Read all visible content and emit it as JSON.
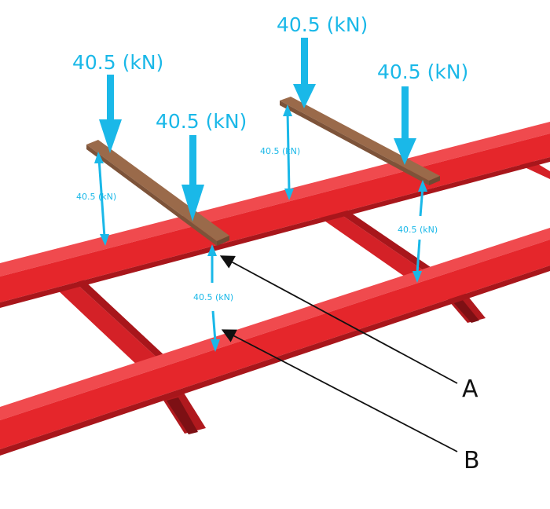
{
  "diagram": {
    "top_loads": [
      "40.5 (kN)",
      "40.5 (kN)",
      "40.5 (kN)",
      "40.5 (kN)"
    ],
    "bottom_reactions": [
      "40.5 (kN)",
      "40.5 (kN)",
      "40.5 (kN)",
      "40.5 (kN)"
    ],
    "markers": {
      "a": "A",
      "b": "B"
    },
    "colors": {
      "load_arrow": "#1ab8e8",
      "beam": "#e5262b",
      "beam_dark": "#a8161b",
      "beam_light": "#f04a4e",
      "plate": "#9a6a4a",
      "plate_dark": "#6e4a33",
      "pointer": "#111111"
    }
  }
}
